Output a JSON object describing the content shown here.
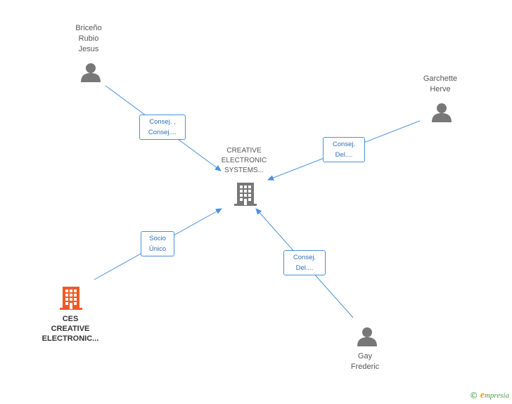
{
  "colors": {
    "edge": "#4a90d9",
    "person_icon": "#777777",
    "company_main": "#777777",
    "company_orange": "#f15a24"
  },
  "nodes": {
    "main_company": {
      "lines": [
        "CREATIVE",
        "ELECTRONIC",
        "SYSTEMS..."
      ],
      "icon": "building-icon"
    },
    "briceno": {
      "lines": [
        "Briceño",
        "Rubio",
        "Jesus"
      ],
      "icon": "person-icon"
    },
    "garchette": {
      "lines": [
        "Garchette",
        "Herve"
      ],
      "icon": "person-icon"
    },
    "gay": {
      "lines": [
        "Gay",
        "Frederic"
      ],
      "icon": "person-icon"
    },
    "ces": {
      "lines": [
        "CES",
        "CREATIVE",
        "ELECTRONIC..."
      ],
      "icon": "building-icon"
    }
  },
  "edges": {
    "briceno": {
      "lines": [
        "Consej. ,",
        "Consej...."
      ]
    },
    "garchette": {
      "lines": [
        "Consej.",
        "Del...."
      ]
    },
    "ces": {
      "lines": [
        "Socio",
        "Único"
      ]
    },
    "gay": {
      "lines": [
        "Consej.",
        "Del...."
      ]
    }
  },
  "brand": {
    "copyright_symbol": "©",
    "name": "mpresia",
    "initial": "e"
  }
}
